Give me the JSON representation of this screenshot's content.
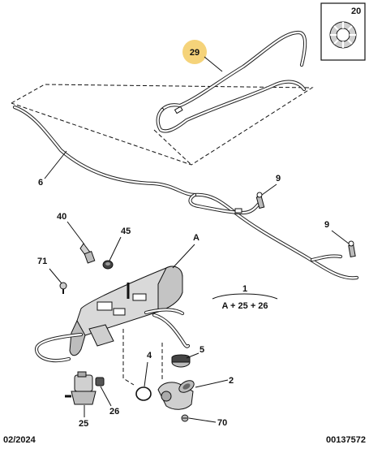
{
  "callouts": {
    "c1": "1",
    "c2": "2",
    "c4": "4",
    "c5": "5",
    "c6": "6",
    "c9a": "9",
    "c9b": "9",
    "c20": "20",
    "c25": "25",
    "c26": "26",
    "c29": "29",
    "c40": "40",
    "c45": "45",
    "c70": "70",
    "c71": "71",
    "cA": "A"
  },
  "assembly_formula": "A + 25 + 26",
  "footer": {
    "date": "02/2024",
    "ref": "00137572"
  },
  "colors": {
    "highlight": "#f5d37a",
    "line": "#111111",
    "part_fill": "#d9d9d9"
  }
}
